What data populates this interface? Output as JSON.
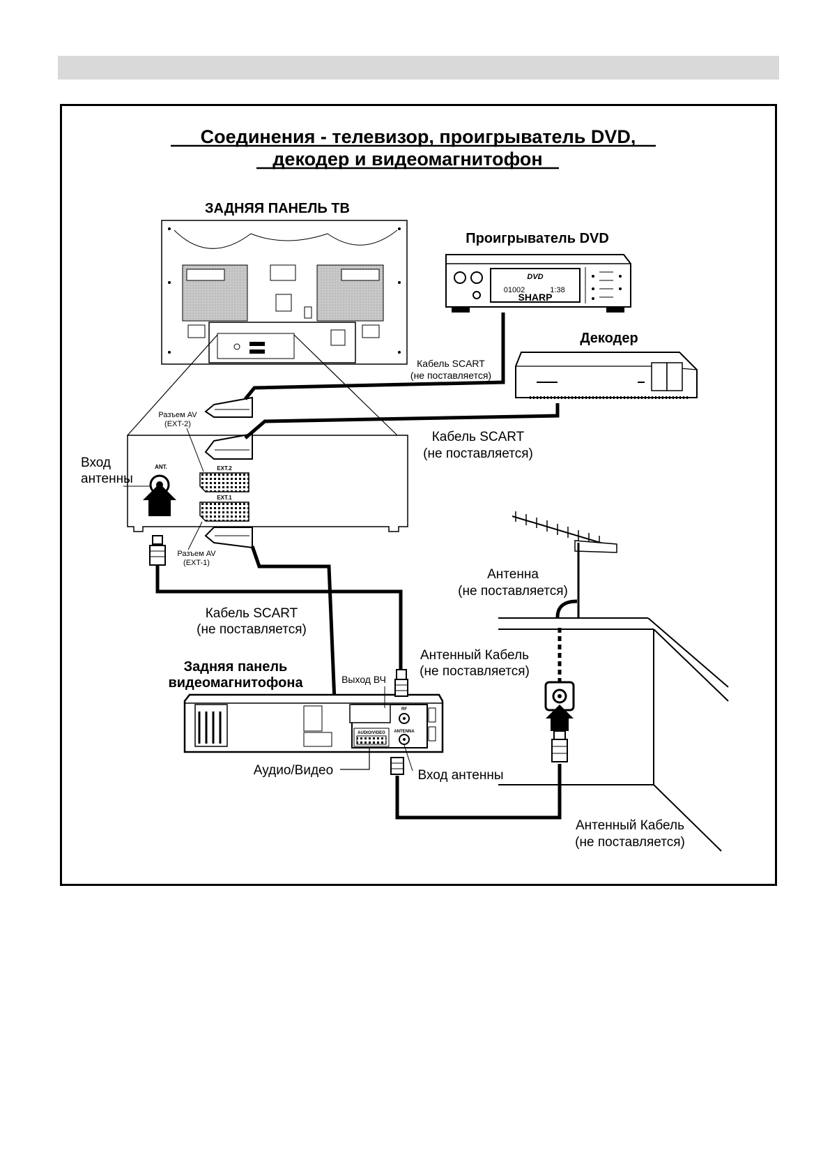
{
  "page": {
    "title_line1": "Соединения - телевизор, проигрыватель DVD,",
    "title_line2": "декодер и видеомагнитофон"
  },
  "tv": {
    "heading": "ЗАДНЯЯ ПАНЕЛЬ ТВ",
    "ant_port": "ANT.",
    "ext2_port": "EXT.2",
    "ext1_port": "EXT.1"
  },
  "dvd": {
    "heading": "Проигрыватель DVD",
    "brand": "SHARP",
    "logo": "DVD",
    "display_left": "01002",
    "display_right": "1:38"
  },
  "decoder": {
    "heading": "Декодер"
  },
  "labels": {
    "scart_decoder_line1": "Кабель SCART",
    "scart_decoder_line2": "(не поставляется)",
    "scart_mid_line1": "Кабель SCART",
    "scart_mid_line2": "(не поставляется)",
    "scart_vcr_line1": "Кабель SCART",
    "scart_vcr_line2": "(не поставляется)",
    "ext2_line1": "Разъем AV",
    "ext2_line2": "(EXT-2)",
    "ext1_line1": "Разъем AV",
    "ext1_line2": "(EXT-1)",
    "ant_in_line1": "Вход",
    "ant_in_line2": "антенны",
    "antenna_line1": "Антенна",
    "antenna_line2": "(не поставляется)",
    "ant_cable_top_line1": "Антенный Кабель",
    "ant_cable_top_line2": "(не поставляется)",
    "ant_cable_bottom_line1": "Антенный Кабель",
    "ant_cable_bottom_line2": "(не поставляется)",
    "rf_out": "Выход ВЧ",
    "audio_video": "Аудио/Видео",
    "vcr_ant_in": "Вход  антенны"
  },
  "vcr": {
    "heading_line1": "Задняя панель",
    "heading_line2": "видеомагнитофона",
    "av_port": "AUDIO/VIDEO",
    "ant_port": "ANTENNA",
    "rf_port": "RF"
  }
}
